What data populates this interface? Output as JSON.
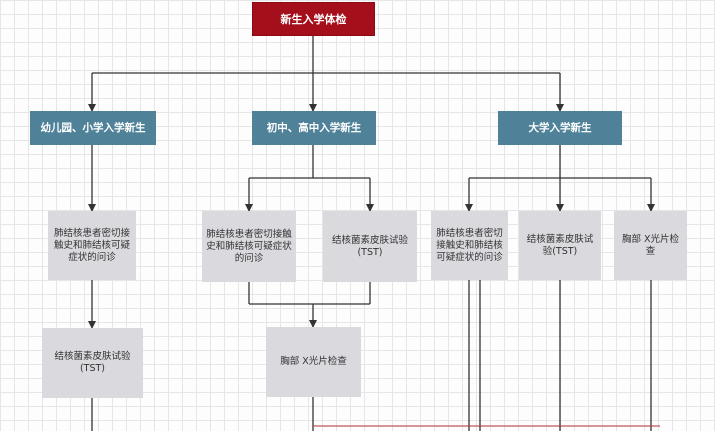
{
  "root": {
    "label": "新生入学体检"
  },
  "categories": [
    {
      "label": "幼儿园、小学入学新生"
    },
    {
      "label": "初中、高中入学新生"
    },
    {
      "label": "大学入学新生"
    }
  ],
  "leaves": [
    {
      "label": "肺结核患者密切接触史和肺结核可疑症状的问诊"
    },
    {
      "label": "结核菌素皮肤试验(TST)"
    },
    {
      "label": "肺结核患者密切接触史和肺结核可疑症状的问诊"
    },
    {
      "label": "结核菌素皮肤试验(TST)"
    },
    {
      "label": "胸部 X光片检查"
    },
    {
      "label": "肺结核患者密切接触史和肺结核可疑症状的问诊"
    },
    {
      "label": "结核菌素皮肤试验(TST)"
    },
    {
      "label": "胸部 X光片检查"
    }
  ],
  "colors": {
    "root": "#a50f1c",
    "category": "#4f8299",
    "leaf": "#d9d9de",
    "connector": "#333333"
  }
}
